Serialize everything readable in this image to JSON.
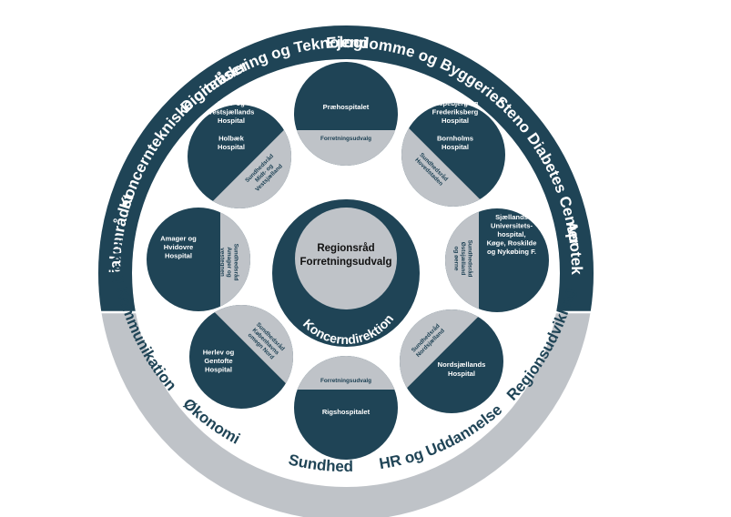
{
  "colors": {
    "dark": "#1f4456",
    "light": "#bfc3c8",
    "ring_dark_text": "#ffffff",
    "ring_light_text": "#1f4456",
    "light_text": "#1f4456"
  },
  "outer_ring": {
    "upper": [
      {
        "id": "socialomraadet",
        "text": "Socialområdet"
      },
      {
        "id": "koncerntekniske",
        "text": "Koncerntekniske områder"
      },
      {
        "id": "digitalisering",
        "text": "Digitalisering og Teknologi"
      },
      {
        "id": "ejendomme",
        "text": "Ejendomme og Byggerier"
      },
      {
        "id": "steno",
        "text": "Steno Diabetes Center"
      },
      {
        "id": "apoteket",
        "text": "Apoteket"
      }
    ],
    "lower": [
      {
        "id": "politik",
        "text": "Politik og Kommunikation"
      },
      {
        "id": "oekonomi",
        "text": "Økonomi"
      },
      {
        "id": "sundhed",
        "text": "Sundhed"
      },
      {
        "id": "hr",
        "text": "HR og Uddannelse"
      },
      {
        "id": "regionsudvikling",
        "text": "Regionsudvikling"
      }
    ]
  },
  "center": {
    "line1": "Regionsråd",
    "line2": "Forretningsudvalg",
    "arc_label": "Koncerndirektion"
  },
  "nodes": [
    {
      "id": "praehospitalet",
      "dark_lines": [
        "Præhospitalet"
      ],
      "light_lines": [
        "Forretningsudvalg"
      ]
    },
    {
      "id": "bispebjerg",
      "dark_lines": [
        "Bispebjerg og",
        "Frederiksberg",
        "Hospital",
        "",
        "Bornholms",
        "Hospital"
      ],
      "light_lines": [
        "Sundhedsråd",
        "Hovedstaden"
      ]
    },
    {
      "id": "sjaellands",
      "dark_lines": [
        "Sjællands",
        "Universitets-",
        "hospital,",
        "Køge, Roskilde",
        "og Nykøbing F."
      ],
      "light_lines": [
        "Sundhedsråd",
        "Østsjælland",
        "og øerne"
      ]
    },
    {
      "id": "nordsjaellands",
      "dark_lines": [
        "Nordsjællands",
        "Hospital"
      ],
      "light_lines": [
        "Sundhedsråd",
        "Nordsjælland"
      ]
    },
    {
      "id": "rigshospitalet",
      "dark_lines": [
        "Rigshospitalet"
      ],
      "light_lines": [
        "Forretningsudvalg"
      ]
    },
    {
      "id": "herlev",
      "dark_lines": [
        "Herlev og",
        "Gentofte",
        "Hospital"
      ],
      "light_lines": [
        "Sundhedsråd",
        "Københavns",
        "omegn Nord"
      ]
    },
    {
      "id": "amager",
      "dark_lines": [
        "Amager og",
        "Hvidovre",
        "Hospital"
      ],
      "light_lines": [
        "Sundhedsråd",
        "Amager og",
        "vestegnen"
      ]
    },
    {
      "id": "midt",
      "dark_lines": [
        "Midt- og",
        "Vestsjællands",
        "Hospital",
        "",
        "Holbæk",
        "Hospital"
      ],
      "light_lines": [
        "Sundhedsråd",
        "Midt- og",
        "Vestsjælland"
      ]
    }
  ]
}
